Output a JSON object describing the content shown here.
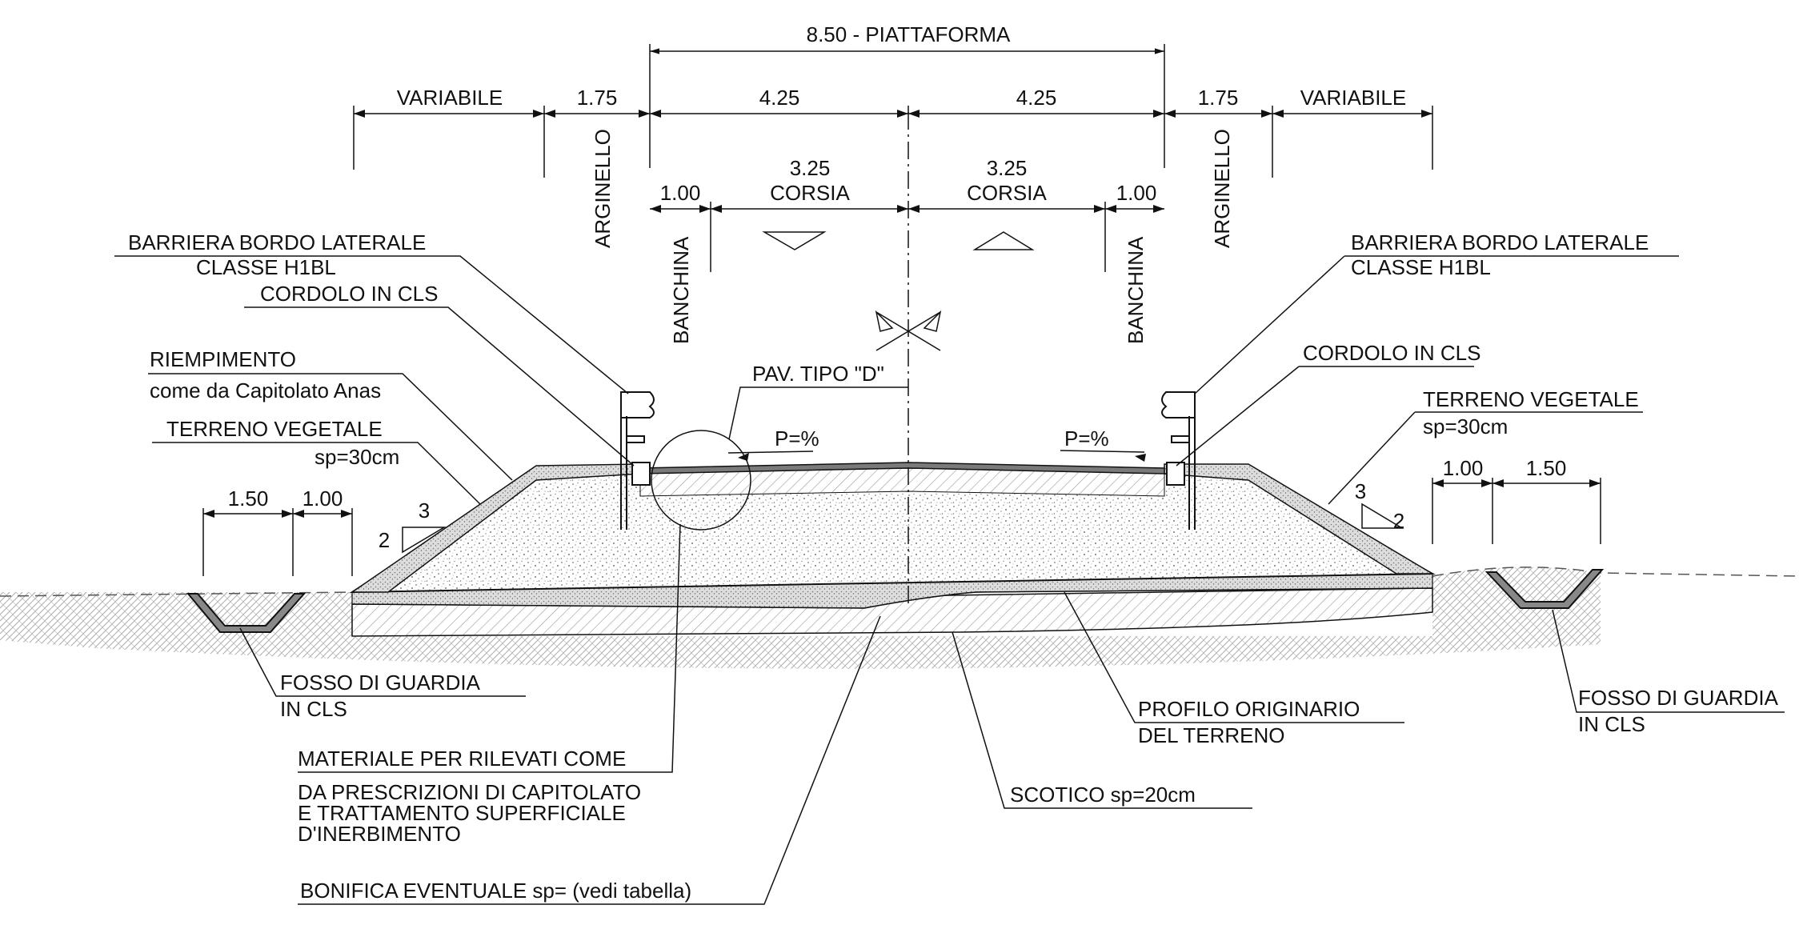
{
  "dimensions": {
    "platform": "8.50 - PIATTAFORMA",
    "variable_left": "VARIABILE",
    "variable_right": "VARIABILE",
    "arginello_width_left": "1.75",
    "arginello_width_right": "1.75",
    "half_left": "4.25",
    "half_right": "4.25",
    "lane_left_width": "3.25",
    "lane_right_width": "3.25",
    "lane_left_label": "CORSIA",
    "lane_right_label": "CORSIA",
    "shoulder_left_width": "1.00",
    "shoulder_right_width": "1.00",
    "ditch_left_a": "1.50",
    "ditch_left_b": "1.00",
    "ditch_right_a": "1.00",
    "ditch_right_b": "1.50",
    "slope_left_h": "3",
    "slope_left_v": "2",
    "slope_right_h": "3",
    "slope_right_v": "2"
  },
  "vertical_labels": {
    "arginello_left": "ARGINELLO",
    "arginello_right": "ARGINELLO",
    "banchina_left": "BANCHINA",
    "banchina_right": "BANCHINA"
  },
  "callouts": {
    "barrier_left_l1": "BARRIERA BORDO LATERALE",
    "barrier_left_l2": "CLASSE H1BL",
    "barrier_right_l1": "BARRIERA BORDO LATERALE",
    "barrier_right_l2": "CLASSE H1BL",
    "kerb_left": "CORDOLO IN CLS",
    "kerb_right": "CORDOLO IN CLS",
    "fill_l1": "RIEMPIMENTO",
    "fill_l2": "come da Capitolato Anas",
    "topsoil_left_l1": "TERRENO VEGETALE",
    "topsoil_left_l2": "sp=30cm",
    "topsoil_right_l1": "TERRENO VEGETALE",
    "topsoil_right_l2": "sp=30cm",
    "pavement": "PAV. TIPO \"D\"",
    "slope_left": "P=%",
    "slope_right": "P=%",
    "ditch_left_l1": "FOSSO DI GUARDIA",
    "ditch_left_l2": "IN CLS",
    "ditch_right_l1": "FOSSO DI GUARDIA",
    "ditch_right_l2": "IN CLS",
    "profile_l1": "PROFILO ORIGINARIO",
    "profile_l2": "DEL TERRENO",
    "embank_l1": "MATERIALE PER RILEVATI COME",
    "embank_l2": "DA PRESCRIZIONI DI CAPITOLATO",
    "embank_l3": "E TRATTAMENTO SUPERFICIALE",
    "embank_l4": "D'INERBIMENTO",
    "strip": "SCOTICO sp=20cm",
    "reclaim": "BONIFICA EVENTUALE sp= (vedi tabella)"
  },
  "colors": {
    "line": "#111111",
    "fill_pattern": "#8a8a8a",
    "ground_hatch": "#9a9a9a",
    "pavement": "#7a7a7a"
  }
}
